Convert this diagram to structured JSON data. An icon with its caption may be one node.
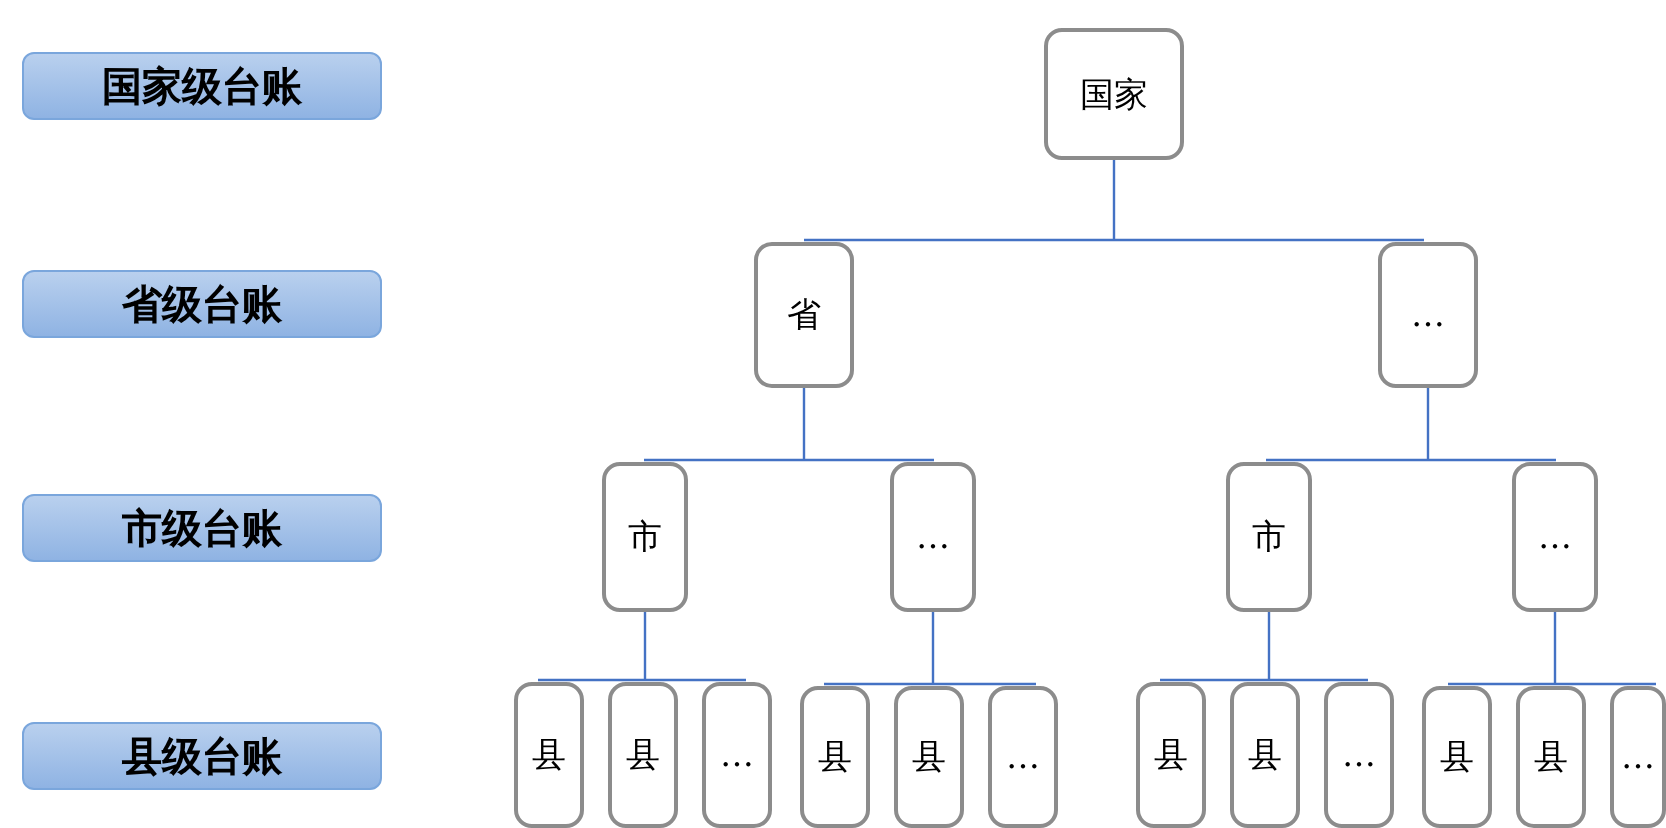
{
  "diagram": {
    "nodes": [
      {
        "text": [
          "国家级台账"
        ]
      },
      {
        "text": [
          "省级台账"
        ]
      },
      {
        "text": [
          "市级台账"
        ]
      },
      {
        "text": [
          "县级台账"
        ]
      },
      {
        "text": [
          "国家"
        ]
      },
      {
        "text": [
          "省"
        ]
      },
      {
        "text": [
          "…"
        ]
      },
      {
        "text": [
          "市"
        ]
      },
      {
        "text": [
          "…"
        ]
      },
      {
        "text": [
          "市"
        ]
      },
      {
        "text": [
          "…"
        ]
      },
      {
        "text": [
          "县"
        ]
      },
      {
        "text": [
          "县"
        ]
      },
      {
        "text": [
          "…"
        ]
      },
      {
        "text": [
          "县"
        ]
      },
      {
        "text": [
          "县"
        ]
      },
      {
        "text": [
          "…"
        ]
      },
      {
        "text": [
          "县"
        ]
      },
      {
        "text": [
          "县"
        ]
      },
      {
        "text": [
          "…"
        ]
      },
      {
        "text": [
          "县"
        ]
      },
      {
        "text": [
          "县"
        ]
      },
      {
        "text": [
          "…"
        ]
      }
    ],
    "edges": [
      {
        "from": 4,
        "to": 5,
        "arrow": "none"
      },
      {
        "from": 4,
        "to": 6,
        "arrow": "none"
      },
      {
        "from": 5,
        "to": 7,
        "arrow": "none"
      },
      {
        "from": 5,
        "to": 8,
        "arrow": "none"
      },
      {
        "from": 6,
        "to": 9,
        "arrow": "none"
      },
      {
        "from": 6,
        "to": 10,
        "arrow": "none"
      },
      {
        "from": 7,
        "to": 11,
        "arrow": "none"
      },
      {
        "from": 7,
        "to": 12,
        "arrow": "none"
      },
      {
        "from": 7,
        "to": 13,
        "arrow": "none"
      },
      {
        "from": 8,
        "to": 14,
        "arrow": "none"
      },
      {
        "from": 8,
        "to": 15,
        "arrow": "none"
      },
      {
        "from": 8,
        "to": 16,
        "arrow": "none"
      },
      {
        "from": 9,
        "to": 17,
        "arrow": "none"
      },
      {
        "from": 9,
        "to": 18,
        "arrow": "none"
      },
      {
        "from": 9,
        "to": 19,
        "arrow": "none"
      },
      {
        "from": 10,
        "to": 20,
        "arrow": "none"
      },
      {
        "from": 10,
        "to": 21,
        "arrow": "none"
      },
      {
        "from": 10,
        "to": 22,
        "arrow": "none"
      }
    ]
  }
}
